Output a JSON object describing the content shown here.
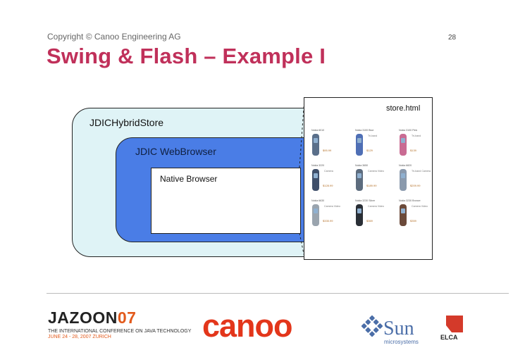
{
  "header": {
    "copyright": "Copyright © Canoo Engineering AG",
    "page_number": "28",
    "title": "Swing & Flash – Example I"
  },
  "diagram": {
    "outer_label": "JDICHybridStore",
    "middle_label": "JDIC WebBrowser",
    "inner_label": "Native Browser",
    "screenshot_title": "store.html",
    "colors": {
      "outer": "#dff3f6",
      "middle": "#4a7de6",
      "inner": "#ffffff"
    }
  },
  "store": {
    "products": [
      {
        "name": "Nokia 6010",
        "features": "",
        "price": "$95.99",
        "color": "#5a6f8a"
      },
      {
        "name": "Nokia 3100 Blue",
        "features": "Tri-band",
        "price": "$129",
        "color": "#4f6fb5"
      },
      {
        "name": "Nokia 3100 Pink",
        "features": "Tri-band",
        "price": "$139",
        "color": "#c96b93"
      },
      {
        "name": "Nokia 3220",
        "features": "Camera",
        "price": "$128.99",
        "color": "#3f4f6a"
      },
      {
        "name": "Nokia 3650",
        "features": "Camera Video",
        "price": "$189.99",
        "color": "#5d6c7e"
      },
      {
        "name": "Nokia 6820",
        "features": "Tri-band Camera",
        "price": "$209.99",
        "color": "#8a9aad"
      },
      {
        "name": "Nokia 6630",
        "features": "Camera Video",
        "price": "$335.99",
        "color": "#9aa4ae"
      },
      {
        "name": "Nokia 3230 Silver",
        "features": "Camera Video",
        "price": "$369",
        "color": "#2a2f36"
      },
      {
        "name": "Nokia 3230 Bronze",
        "features": "Camera Video",
        "price": "$359",
        "color": "#6b4a3a"
      }
    ]
  },
  "footer": {
    "jazoon_word_a": "JAZOON",
    "jazoon_word_b": "07",
    "jazoon_line1": "THE INTERNATIONAL CONFERENCE ON JAVA TECHNOLOGY",
    "jazoon_line2": "JUNE 24 - 28, 2007 ZURICH",
    "canoo": "canoo",
    "sun": "Sun",
    "sun_sub": "microsystems",
    "elca": "ELCA"
  }
}
